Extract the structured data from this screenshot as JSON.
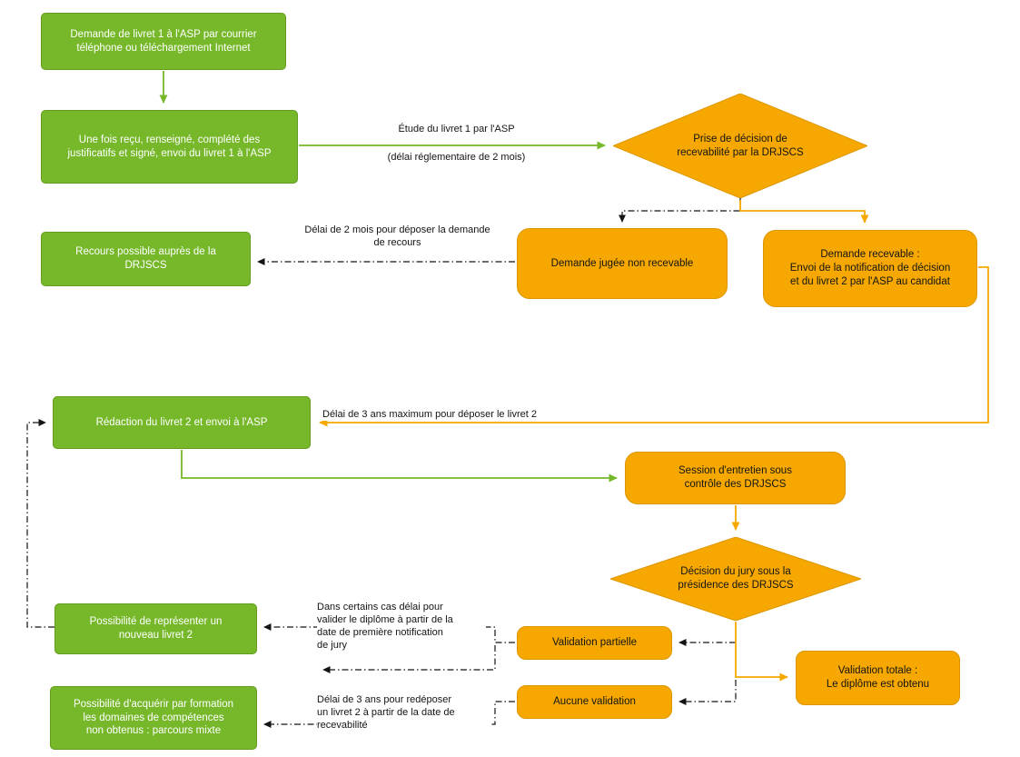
{
  "colors": {
    "node_green": "#76b82a",
    "node_orange": "#f6a800",
    "arrow_green": "#76b82a",
    "arrow_orange": "#f6a800",
    "arrow_black": "#141414",
    "text_on_green": "#ffffff",
    "text_on_orange": "#141414"
  },
  "nodes": {
    "livret1_request": "Demande de livret 1  à l'ASP par courrier\ntéléphone ou téléchargement Internet",
    "livret1_send": "Une fois reçu, renseigné, complété des\njustificatifs et signé, envoi du livret 1 à l'ASP",
    "decision_recevabilite": "Prise de décision de\nrecevabilité par la DRJSCS",
    "non_recevable": "Demande jugée non recevable",
    "recevable": "Demande recevable :\nEnvoi de la notification de décision\net du livret 2 par l'ASP au candidat",
    "recours": "Recours possible auprès de la\nDRJSCS",
    "redaction_livret2": "Rédaction du livret 2 et envoi à l'ASP",
    "session_entretien": "Session d'entretien sous\ncontrôle des DRJSCS",
    "decision_jury": "Décision du jury sous la\nprésidence des DRJSCS",
    "validation_partielle": "Validation partielle",
    "aucune_validation": "Aucune validation",
    "validation_totale": "Validation totale :\nLe diplôme est obtenu",
    "representer_livret2": "Possibilité de représenter un\nnouveau livret 2",
    "parcours_mixte": "Possibilité d'acquérir par formation\nles domaines de compétences\nnon obtenus : parcours mixte"
  },
  "edge_labels": {
    "etude_livret1": "Étude du livret 1 par l'ASP",
    "delai_reglementaire": "(délai réglementaire de 2 mois)",
    "delai_recours": "Délai de 2 mois pour déposer la demande\nde recours",
    "delai_depot_livret2": "Délai  de 3 ans maximum pour déposer le livret 2",
    "delai_notification_jury": "Dans certains cas délai pour\nvalider le diplôme à partir de la\ndate de première notification\nde jury",
    "delai_redepot": "Délai de 3 ans pour redéposer\nun livret 2 à partir de la date de\nrecevabilité"
  }
}
